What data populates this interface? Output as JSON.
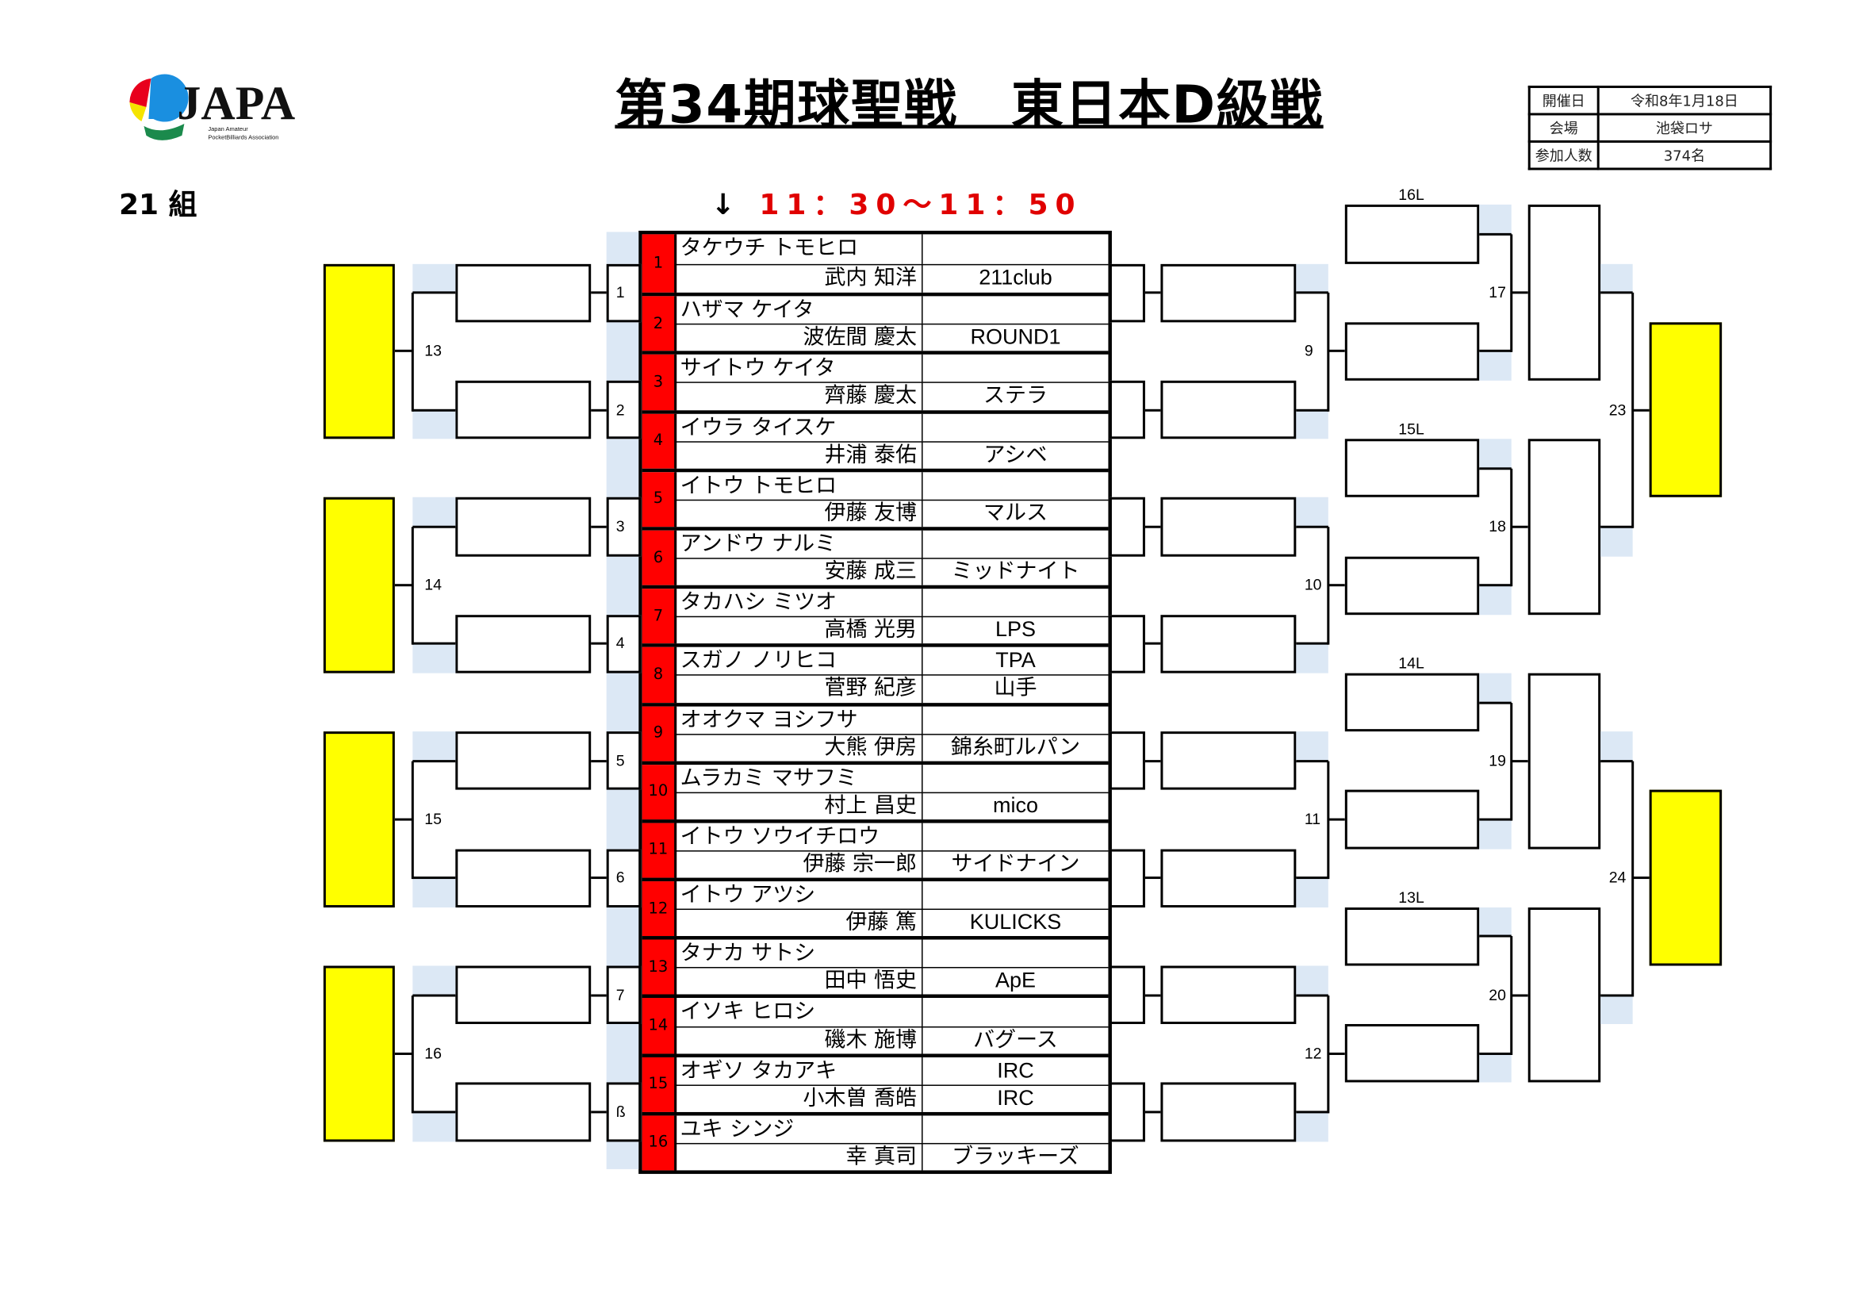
{
  "header": {
    "title": "第34期球聖戦　東日本D級戦",
    "group": "21 組",
    "time_arrow": "↓",
    "time": "11：30～11：50",
    "logo_text": "JAPA",
    "logo_sub": "Japan Amateur PocketBilliards Association"
  },
  "info": [
    {
      "label": "開催日",
      "value": "令和8年1月18日"
    },
    {
      "label": "会場",
      "value": "池袋ロサ"
    },
    {
      "label": "参加人数",
      "value": "374名"
    }
  ],
  "players": [
    {
      "seed": "1",
      "kana": "タケウチ トモヒロ",
      "name": "武内 知洋",
      "club1": "",
      "club2": "211club"
    },
    {
      "seed": "2",
      "kana": "ハザマ ケイタ",
      "name": "波佐間 慶太",
      "club1": "",
      "club2": "ROUND1"
    },
    {
      "seed": "3",
      "kana": "サイトウ ケイタ",
      "name": "齊藤 慶太",
      "club1": "",
      "club2": "ステラ"
    },
    {
      "seed": "4",
      "kana": "イウラ タイスケ",
      "name": "井浦 泰佑",
      "club1": "",
      "club2": "アシベ"
    },
    {
      "seed": "5",
      "kana": "イトウ トモヒロ",
      "name": "伊藤 友博",
      "club1": "",
      "club2": "マルス"
    },
    {
      "seed": "6",
      "kana": "アンドウ ナルミ",
      "name": "安藤 成三",
      "club1": "",
      "club2": "ミッドナイト"
    },
    {
      "seed": "7",
      "kana": "タカハシ ミツオ",
      "name": "高橋 光男",
      "club1": "",
      "club2": "LPS"
    },
    {
      "seed": "8",
      "kana": "スガノ ノリヒコ",
      "name": "菅野 紀彦",
      "club1": "TPA",
      "club2": "山手"
    },
    {
      "seed": "9",
      "kana": "オオクマ ヨシフサ",
      "name": "大熊 伊房",
      "club1": "",
      "club2": "錦糸町ルパン"
    },
    {
      "seed": "10",
      "kana": "ムラカミ マサフミ",
      "name": "村上 昌史",
      "club1": "",
      "club2": "mico"
    },
    {
      "seed": "11",
      "kana": "イトウ ソウイチロウ",
      "name": "伊藤 宗一郎",
      "club1": "",
      "club2": "サイドナイン"
    },
    {
      "seed": "12",
      "kana": "イトウ アツシ",
      "name": "伊藤 篤",
      "club1": "",
      "club2": "KULICKS"
    },
    {
      "seed": "13",
      "kana": "タナカ サトシ",
      "name": "田中 悟史",
      "club1": "",
      "club2": "ApE"
    },
    {
      "seed": "14",
      "kana": "イソキ ヒロシ",
      "name": "磯木 施博",
      "club1": "",
      "club2": "バグース"
    },
    {
      "seed": "15",
      "kana": "オギソ タカアキ",
      "name": "小木曽 喬皓",
      "club1": "IRC",
      "club2": "IRC"
    },
    {
      "seed": "16",
      "kana": "ユキ シンジ",
      "name": "幸 真司",
      "club1": "",
      "club2": "ブラッキーズ"
    }
  ],
  "bracket": {
    "round1_left": [
      "1",
      "2",
      "3",
      "4",
      "5",
      "6",
      "7",
      "ß"
    ],
    "round2_left": [
      "13",
      "14",
      "15",
      "16"
    ],
    "round2_right": [
      "9",
      "10",
      "11",
      "12"
    ],
    "loser_slots": [
      "16L",
      "15L",
      "14L",
      "13L"
    ],
    "round3_right": [
      "17",
      "18",
      "19",
      "20"
    ],
    "round4_right": [
      "23",
      "24"
    ]
  },
  "colors": {
    "seed_bg": "#ff0000",
    "winner_box": "#ffff00",
    "bracket_shade": "#dce8f5",
    "time_text": "#e00000"
  }
}
